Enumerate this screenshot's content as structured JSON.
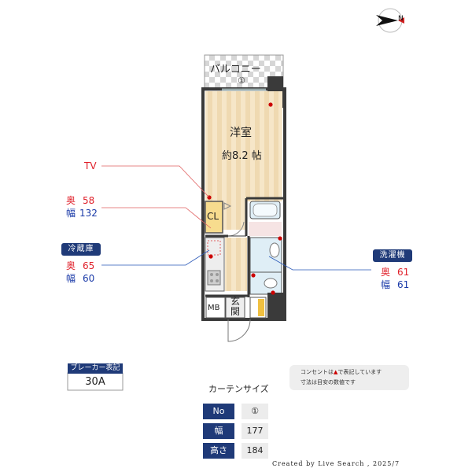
{
  "compass": {
    "label": "N"
  },
  "rooms": {
    "balcony": "バルコニー",
    "balcony_marker": "①",
    "western_room": "洋室",
    "western_room_size": "約8.2 帖",
    "closet": "CL",
    "mb": "MB",
    "entrance": "玄関"
  },
  "callouts": {
    "tv": "TV",
    "closet": {
      "depth_label": "奥",
      "depth": "58",
      "width_label": "幅",
      "width": "132"
    },
    "fridge": {
      "title": "冷蔵庫",
      "depth_label": "奥",
      "depth": "65",
      "width_label": "幅",
      "width": "60"
    },
    "washer": {
      "title": "洗濯機",
      "depth_label": "奥",
      "depth": "61",
      "width_label": "幅",
      "width": "61"
    }
  },
  "breaker": {
    "title": "ブレーカー表記",
    "value": "30A"
  },
  "note": {
    "line1_pre": "コンセントは",
    "line1_post": "で表記しています",
    "line2": "寸法は目安の数値です"
  },
  "curtain": {
    "title": "カーテンサイズ",
    "rows": [
      {
        "label": "No",
        "value": "①"
      },
      {
        "label": "幅",
        "value": "177"
      },
      {
        "label": "高さ",
        "value": "184"
      }
    ]
  },
  "credit": "Created by Live Search , 2025/7",
  "colors": {
    "accent": "#1f3a78",
    "outlet": "#cc0000",
    "floor": "#f3e2c4",
    "wall": "#3a3a3a"
  }
}
